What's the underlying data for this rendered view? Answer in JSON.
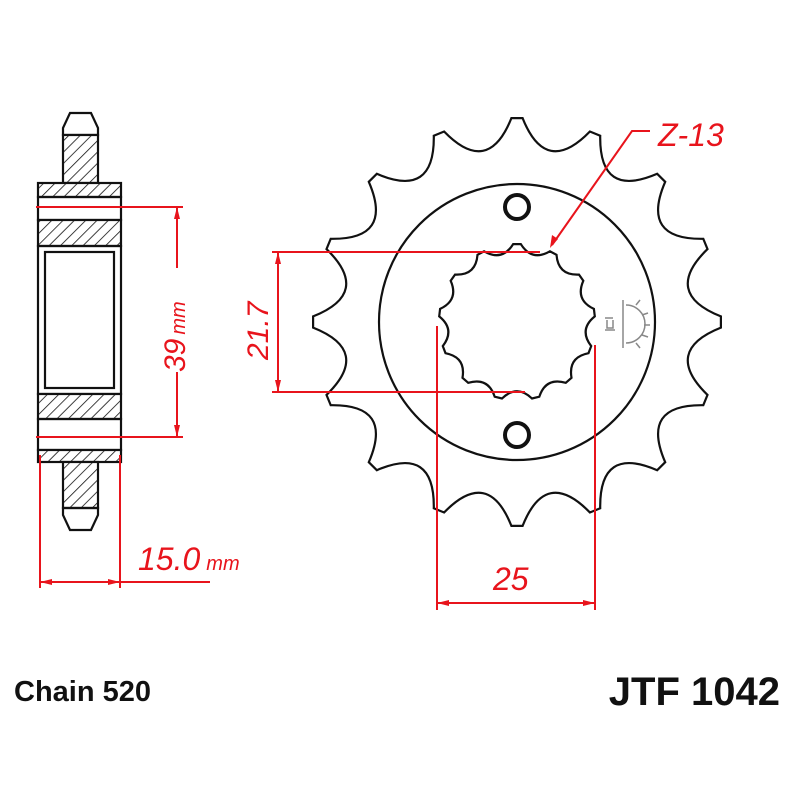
{
  "dimensions": {
    "bore_width": "39",
    "bore_width_unit": "mm",
    "thickness": "15.0",
    "thickness_unit": "mm",
    "spline_height": "21.7",
    "spline_width": "25",
    "spline_teeth": "Z-13"
  },
  "sprocket": {
    "teeth": 16,
    "spline_teeth": 13
  },
  "footer": {
    "chain": "Chain 520",
    "part_number": "JTF 1042"
  },
  "colors": {
    "dimension": "#e8141c",
    "outline": "#111111"
  }
}
